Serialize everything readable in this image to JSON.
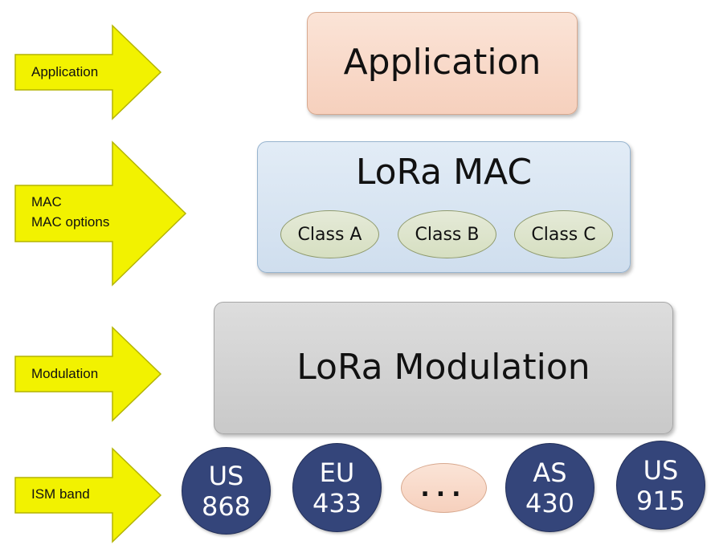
{
  "arrows": {
    "application": {
      "lines": [
        "Application"
      ]
    },
    "mac": {
      "lines": [
        "MAC",
        "MAC options"
      ]
    },
    "modulation": {
      "lines": [
        "Modulation"
      ]
    },
    "ism": {
      "lines": [
        "ISM band"
      ]
    }
  },
  "layers": {
    "application": "Application",
    "lora_mac": {
      "title": "LoRa MAC",
      "classes": [
        "Class A",
        "Class B",
        "Class C"
      ]
    },
    "modulation": "LoRa Modulation"
  },
  "bands": [
    {
      "region": "US",
      "freq": "868"
    },
    {
      "region": "EU",
      "freq": "433"
    },
    {
      "region": "AS",
      "freq": "430"
    },
    {
      "region": "US",
      "freq": "915"
    }
  ],
  "ellipsis": "...",
  "colors": {
    "arrow_fill": "#f2f200",
    "arrow_stroke": "#b4b400",
    "application_fill": "#f8d9c8",
    "mac_fill": "#d8e4f2",
    "class_fill": "#dde4cc",
    "modulation_fill": "#d4d4d4",
    "band_fill": "#34457a"
  }
}
